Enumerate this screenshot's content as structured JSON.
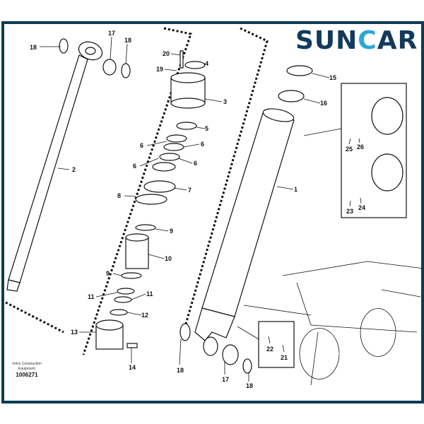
{
  "brand": {
    "logo_text": "SUNCAR",
    "logo_prefix": "SUN",
    "logo_c": "C",
    "logo_suffix": "AR",
    "frame_color": "#0d3c55",
    "logo_color": "#123a5a",
    "accent_color": "#2aa8d8"
  },
  "caption": {
    "line1": "Volvo Construction",
    "line2": "Equipment",
    "part_number": "1006271"
  },
  "callouts": [
    "18",
    "17",
    "18",
    "20",
    "4",
    "19",
    "3",
    "5",
    "6",
    "6",
    "6",
    "6",
    "8",
    "7",
    "9",
    "10",
    "9",
    "11",
    "11",
    "12",
    "13",
    "14",
    "2",
    "15",
    "16",
    "1",
    "25",
    "26",
    "23",
    "24",
    "22",
    "21",
    "18",
    "17",
    "18"
  ]
}
